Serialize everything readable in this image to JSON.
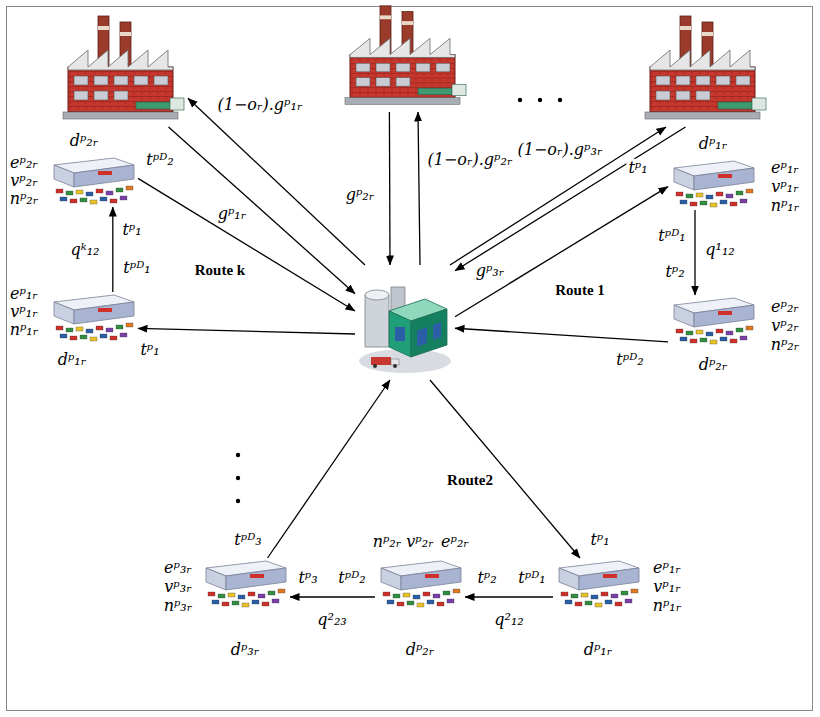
{
  "diagram": {
    "nodes": [
      {
        "text": []
      },
      {
        "text": []
      },
      {
        "text": []
      },
      {
        "text": []
      },
      {
        "text": [
          "eᵖ₁ᵣ",
          "vᵖ₁ᵣ",
          "nᵖ₁ᵣ",
          "dᵖ₁ᵣ"
        ]
      },
      {
        "text": [
          "dᵖ₂ᵣ",
          "eᵖ₂ᵣ",
          "vᵖ₂ᵣ",
          "nᵖ₂ᵣ"
        ]
      },
      {
        "text": [
          "dᵖ₁ᵣ",
          "eᵖ₁ᵣ",
          "vᵖ₁ᵣ",
          "nᵖ₁ᵣ"
        ]
      },
      {
        "text": [
          "eᵖ₂ᵣ",
          "vᵖ₂ᵣ",
          "nᵖ₂ᵣ",
          "dᵖ₂ᵣ"
        ]
      },
      {
        "text": [
          "eᵖ₃ᵣ",
          "vᵖ₃ᵣ",
          "nᵖ₃ᵣ",
          "dᵖ₃ᵣ"
        ]
      },
      {
        "text": [
          "nᵖ₂ᵣ",
          "vᵖ₂ᵣ",
          "eᵖ₂ᵣ",
          "dᵖ₂ᵣ"
        ]
      },
      {
        "text": [
          "eᵖ₁ᵣ",
          "vᵖ₁ᵣ",
          "nᵖ₁ᵣ",
          "dᵖ₁ᵣ"
        ]
      }
    ],
    "edges": [
      {
        "from": 3,
        "to": 0,
        "arrow": "to",
        "label": "(1−oᵣ).gᵖ₁ᵣ"
      },
      {
        "from": 0,
        "to": 3,
        "arrow": "to",
        "label": "gᵖ₁ᵣ"
      },
      {
        "from": 3,
        "to": 1,
        "arrow": "to",
        "label": "(1−oᵣ).gᵖ₂ᵣ"
      },
      {
        "from": 1,
        "to": 3,
        "arrow": "to",
        "label": "gᵖ₂ᵣ"
      },
      {
        "from": 3,
        "to": 2,
        "arrow": "to",
        "label": "(1−oᵣ).gᵖ₃ᵣ"
      },
      {
        "from": 2,
        "to": 3,
        "arrow": "to",
        "label": "gᵖ₃ᵣ"
      },
      {
        "from": 3,
        "to": 4,
        "arrow": "to"
      },
      {
        "from": 4,
        "to": 5,
        "arrow": "to",
        "label": "qᵏ₁₂"
      },
      {
        "from": 5,
        "to": 3,
        "arrow": "to"
      },
      {
        "from": 3,
        "to": 6,
        "arrow": "to"
      },
      {
        "from": 6,
        "to": 7,
        "arrow": "to",
        "label": "q¹₁₂"
      },
      {
        "from": 7,
        "to": 3,
        "arrow": "to"
      },
      {
        "from": 3,
        "to": 10,
        "arrow": "to"
      },
      {
        "from": 10,
        "to": 9,
        "arrow": "to",
        "label": "q²₁₂"
      },
      {
        "from": 9,
        "to": 8,
        "arrow": "to",
        "label": "q²₂₃"
      },
      {
        "from": 8,
        "to": 3,
        "arrow": "to"
      }
    ],
    "labels": [
      "Route k",
      "Route 1",
      "Route2",
      "tᵖ₁",
      "tᵖ₁",
      "tᵖᴰ₁",
      "tᵖᴰ₂",
      "tᵖ₁",
      "tᵖᴰ₁",
      "tᵖ₂",
      "tᵖᴰ₂",
      "tᵖ₁",
      "tᵖᴰ₁",
      "tᵖ₂",
      "tᵖᴰ₂",
      "tᵖ₃",
      "tᵖᴰ₃"
    ]
  }
}
